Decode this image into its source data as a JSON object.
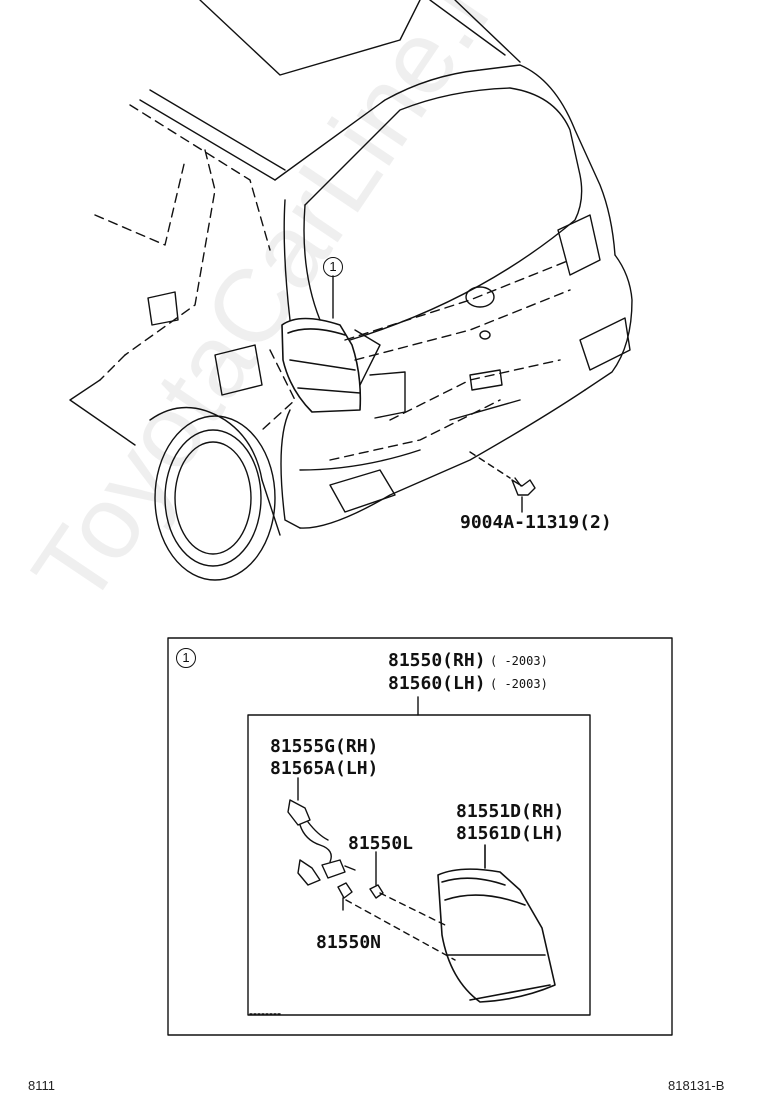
{
  "callout_marker": "1",
  "upper_view": {
    "bolt_label": "9004A-11319(2)"
  },
  "detail_box": {
    "assembly_rh": "81550(RH)",
    "assembly_rh_date": "(    -2003)",
    "assembly_lh": "81560(LH)",
    "assembly_lh_date": "(    -2003)",
    "socket_rh": "81555G(RH)",
    "socket_lh": "81565A(LH)",
    "lens_rh": "81551D(RH)",
    "lens_lh": "81561D(LH)",
    "bulb_l": "81550L",
    "bulb_n": "81550N"
  },
  "footer": {
    "left_code": "8111",
    "right_code": "818131-B"
  },
  "watermark": "ToyotaCarLine.ru"
}
